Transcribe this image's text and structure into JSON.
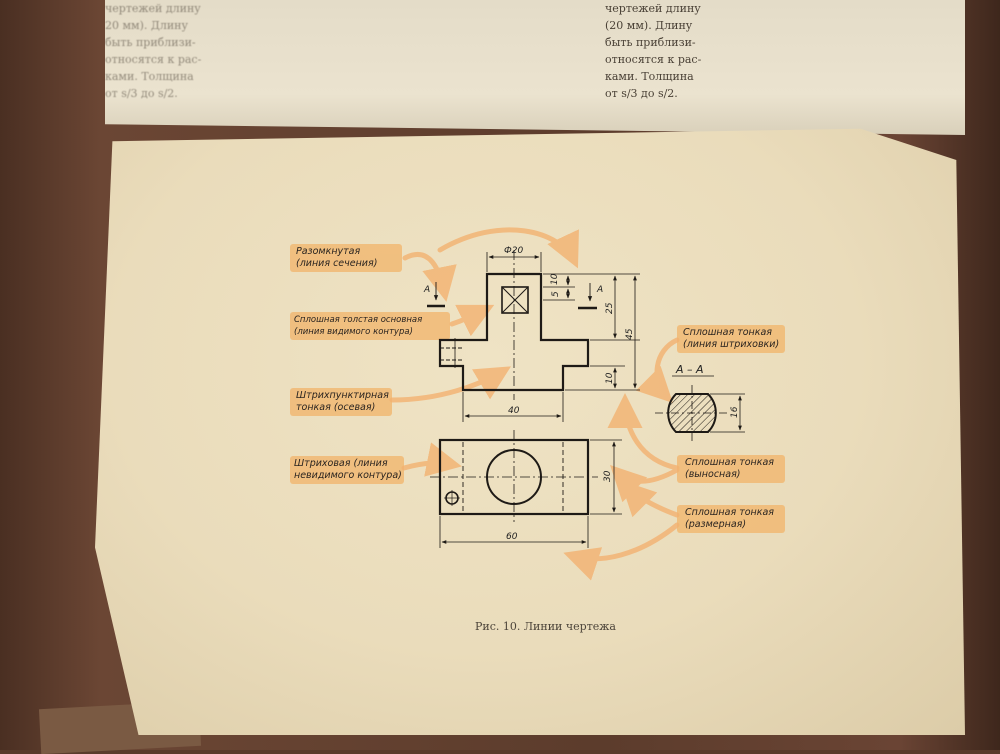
{
  "top_page": {
    "left_column_lines": [
      "чертежей длину",
      "20 мм). Длину",
      "быть приблизи-",
      "относятся к рас-",
      "ками. Толщина",
      "от s/3 до s/2."
    ],
    "right_column_lines": [
      "чертежей длину",
      "(20 мм). Длину",
      "быть приблизи-",
      "относятся к рас-",
      "ками. Толщина",
      "от s/3 до s/2."
    ]
  },
  "labels": {
    "open_line": [
      "Разомкнутая",
      "(линия сечения)"
    ],
    "solid_thick": [
      "Сплошная толстая основная",
      "(линия видимого контура)"
    ],
    "dash_dot": [
      "Штрихпунктирная",
      "тонкая (осевая)"
    ],
    "dashed": [
      "Штриховая (линия",
      "невидимого контура)"
    ],
    "solid_thin_hatch": [
      "Сплошная тонкая",
      "(линия штриховки)"
    ],
    "solid_thin_ext": [
      "Сплошная тонкая",
      "(выносная)"
    ],
    "solid_thin_dim": [
      "Сплошная тонкая",
      "(размерная)"
    ]
  },
  "dimensions": {
    "dia": "Ф20",
    "d10": "10",
    "d5": "5",
    "d25": "25",
    "d45": "45",
    "d10b": "10",
    "w40": "40",
    "h30": "30",
    "w60": "60",
    "s16": "16",
    "section_a1": "А",
    "section_a2": "А",
    "section_title": "А – А"
  },
  "caption": "Рис. 10. Линии чертежа",
  "colors": {
    "ink": "#1e1a16",
    "label_bg": "#f2b46a",
    "arrow": "#f3b271"
  }
}
